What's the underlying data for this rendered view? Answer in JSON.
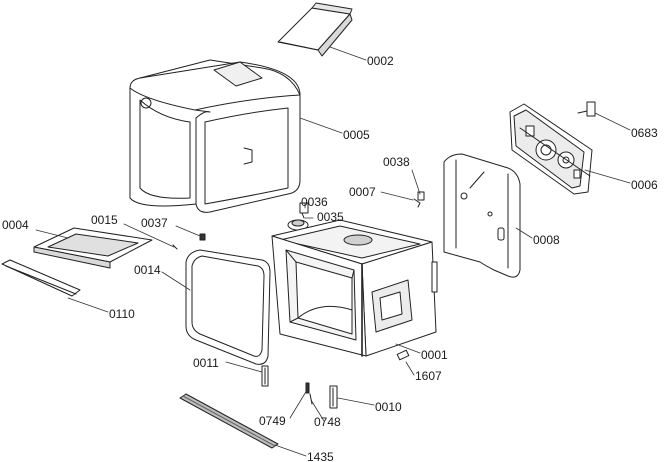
{
  "diagram": {
    "colors": {
      "line": "#222222",
      "fill": "#ffffff",
      "shade": "#d9d9d9",
      "dark": "#8c8c8c"
    },
    "parts": [
      {
        "id": "p0002",
        "label": "0002"
      },
      {
        "id": "p0005",
        "label": "0005"
      },
      {
        "id": "p0683",
        "label": "0683"
      },
      {
        "id": "p0006",
        "label": "0006"
      },
      {
        "id": "p0038",
        "label": "0038"
      },
      {
        "id": "p0007",
        "label": "0007"
      },
      {
        "id": "p0008",
        "label": "0008"
      },
      {
        "id": "p0036",
        "label": "0036"
      },
      {
        "id": "p0035",
        "label": "0035"
      },
      {
        "id": "p0004",
        "label": "0004"
      },
      {
        "id": "p0015",
        "label": "0015"
      },
      {
        "id": "p0037",
        "label": "0037"
      },
      {
        "id": "p0014",
        "label": "0014"
      },
      {
        "id": "p0110",
        "label": "0110"
      },
      {
        "id": "p0001",
        "label": "0001"
      },
      {
        "id": "p1607",
        "label": "1607"
      },
      {
        "id": "p0011",
        "label": "0011"
      },
      {
        "id": "p0010",
        "label": "0010"
      },
      {
        "id": "p0749",
        "label": "0749"
      },
      {
        "id": "p0748",
        "label": "0748"
      },
      {
        "id": "p1435",
        "label": "1435"
      }
    ]
  }
}
